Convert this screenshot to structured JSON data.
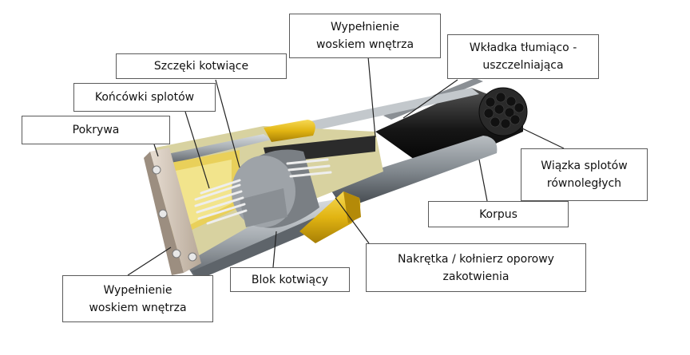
{
  "labels": {
    "fill_top": "Wypełnienie\nwoskiem wnętrza",
    "insert": "Wkładka tłumiąco -\nuszczelniająca",
    "jaws": "Szczęki kotwiące",
    "strand_ends": "Końcówki splotów",
    "cap": "Pokrywa",
    "bundle": "Wiązka splotów\nrównoległych",
    "body": "Korpus",
    "nut": "Nakrętka / kołnierz oporowy\nzakotwienia",
    "block": "Blok kotwiący",
    "fill_bottom": "Wypełnienie\nwoskiem wnętrza"
  },
  "colors": {
    "steel": "#9da3a8",
    "yellow": "#e8c21a",
    "strand_dark": "#1e1e1e",
    "wax": "#ece29a"
  }
}
